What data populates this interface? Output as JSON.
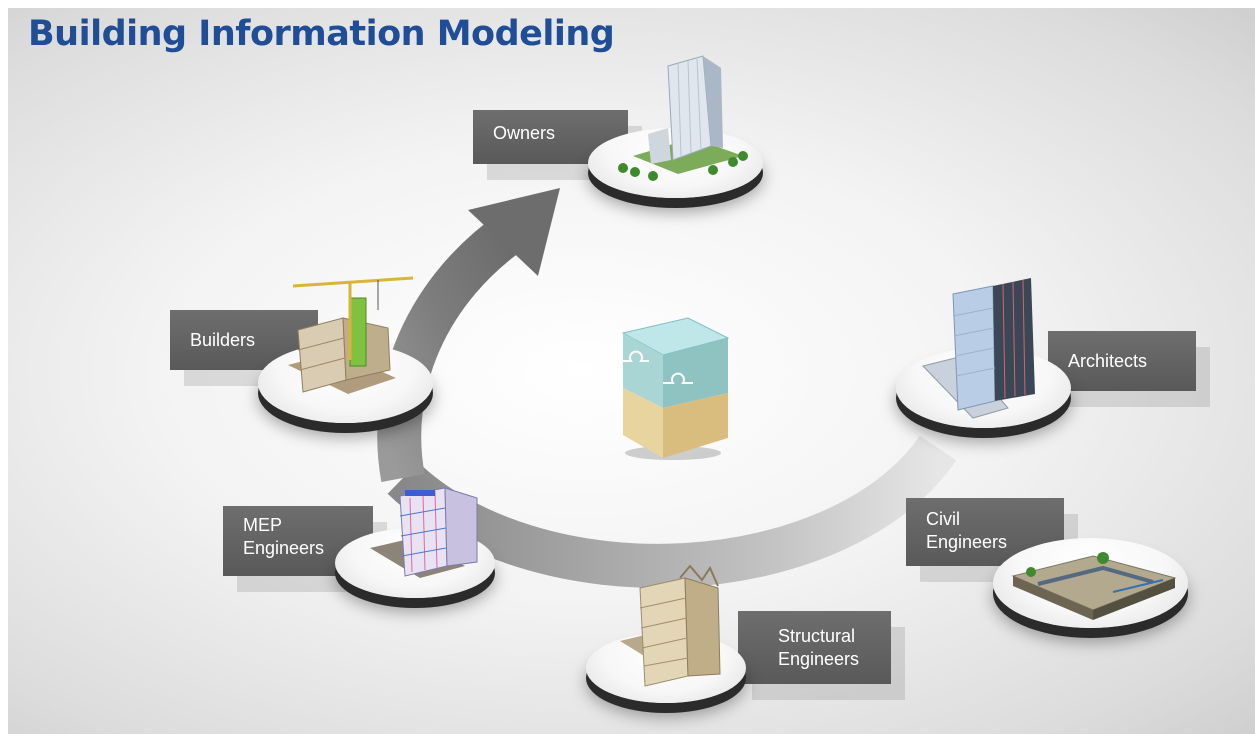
{
  "title": "Building Information Modeling",
  "roles": {
    "owners": "Owners",
    "architects": "Architects",
    "civil": [
      "Civil",
      "Engineers"
    ],
    "structural": [
      "Structural",
      "Engineers"
    ],
    "mep": [
      "MEP",
      "Engineers"
    ],
    "builders": "Builders"
  },
  "colors": {
    "title": "#1f4e96",
    "label_bg": "#5f5f5f",
    "arrow": "#8a8a8a",
    "plate_rim": "#2b2b2b"
  }
}
